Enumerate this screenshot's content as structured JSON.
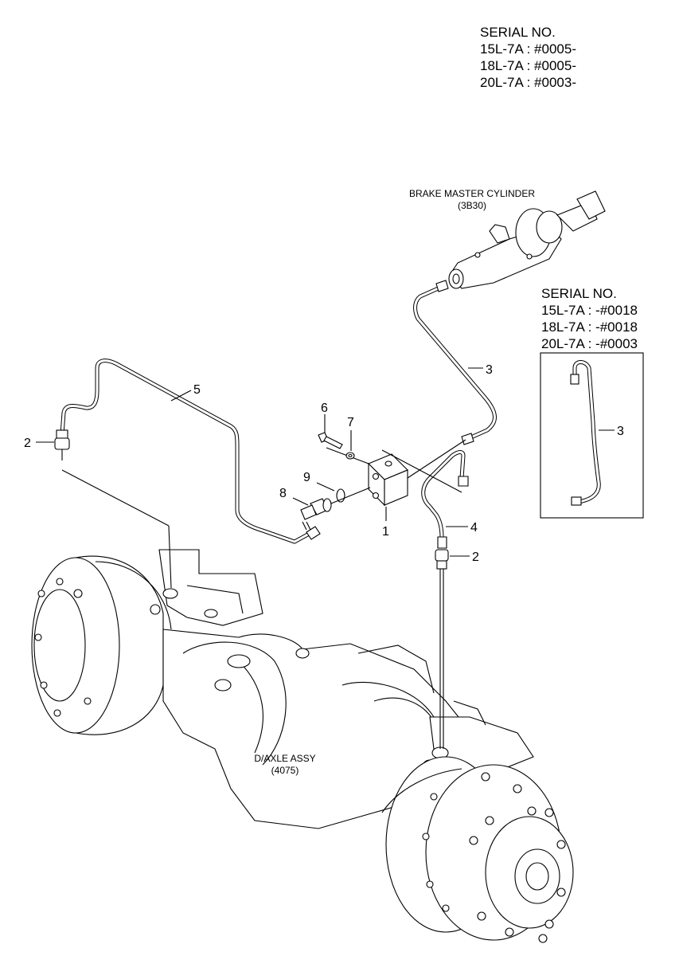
{
  "serial_top": {
    "heading": "SERIAL NO.",
    "lines": [
      "15L-7A : #0005-",
      "18L-7A : #0005-",
      "20L-7A : #0003-"
    ]
  },
  "serial_inset": {
    "heading": "SERIAL NO.",
    "lines": [
      "15L-7A : -#0018",
      "18L-7A : -#0018",
      "20L-7A : -#0003"
    ]
  },
  "master_cylinder": {
    "name": "BRAKE MASTER CYLINDER",
    "code": "(3B30)"
  },
  "axle": {
    "name": "D/AXLE ASSY",
    "code": "(4075)"
  },
  "callouts": {
    "c1": "1",
    "c2_left": "2",
    "c2_right": "2",
    "c3": "3",
    "c3_inset": "3",
    "c4": "4",
    "c5": "5",
    "c6": "6",
    "c7": "7",
    "c8": "8",
    "c9": "9"
  }
}
